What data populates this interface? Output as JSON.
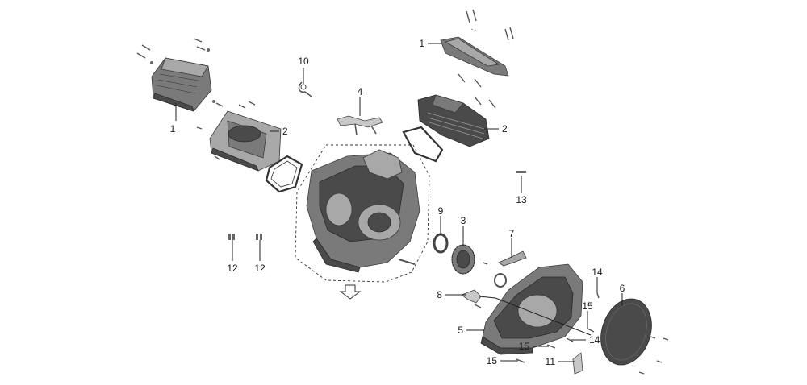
{
  "callouts": {
    "c1a": "1",
    "c1b": "1",
    "c2a": "2",
    "c2b": "2",
    "c3": "3",
    "c4": "4",
    "c5": "5",
    "c6": "6",
    "c7": "7",
    "c8": "8",
    "c9": "9",
    "c10": "10",
    "c11": "11",
    "c12a": "12",
    "c12b": "12",
    "c13": "13",
    "c14a": "14",
    "c14b": "14",
    "c15a": "15",
    "c15b": "15",
    "c15c": "15"
  },
  "colors": {
    "part_dark": "#4a4a4a",
    "part_mid": "#7a7a7a",
    "part_light": "#a8a8a8",
    "line": "#222222",
    "background": "#ffffff"
  },
  "icons": {
    "direction_arrow": "down-arrow-icon"
  }
}
